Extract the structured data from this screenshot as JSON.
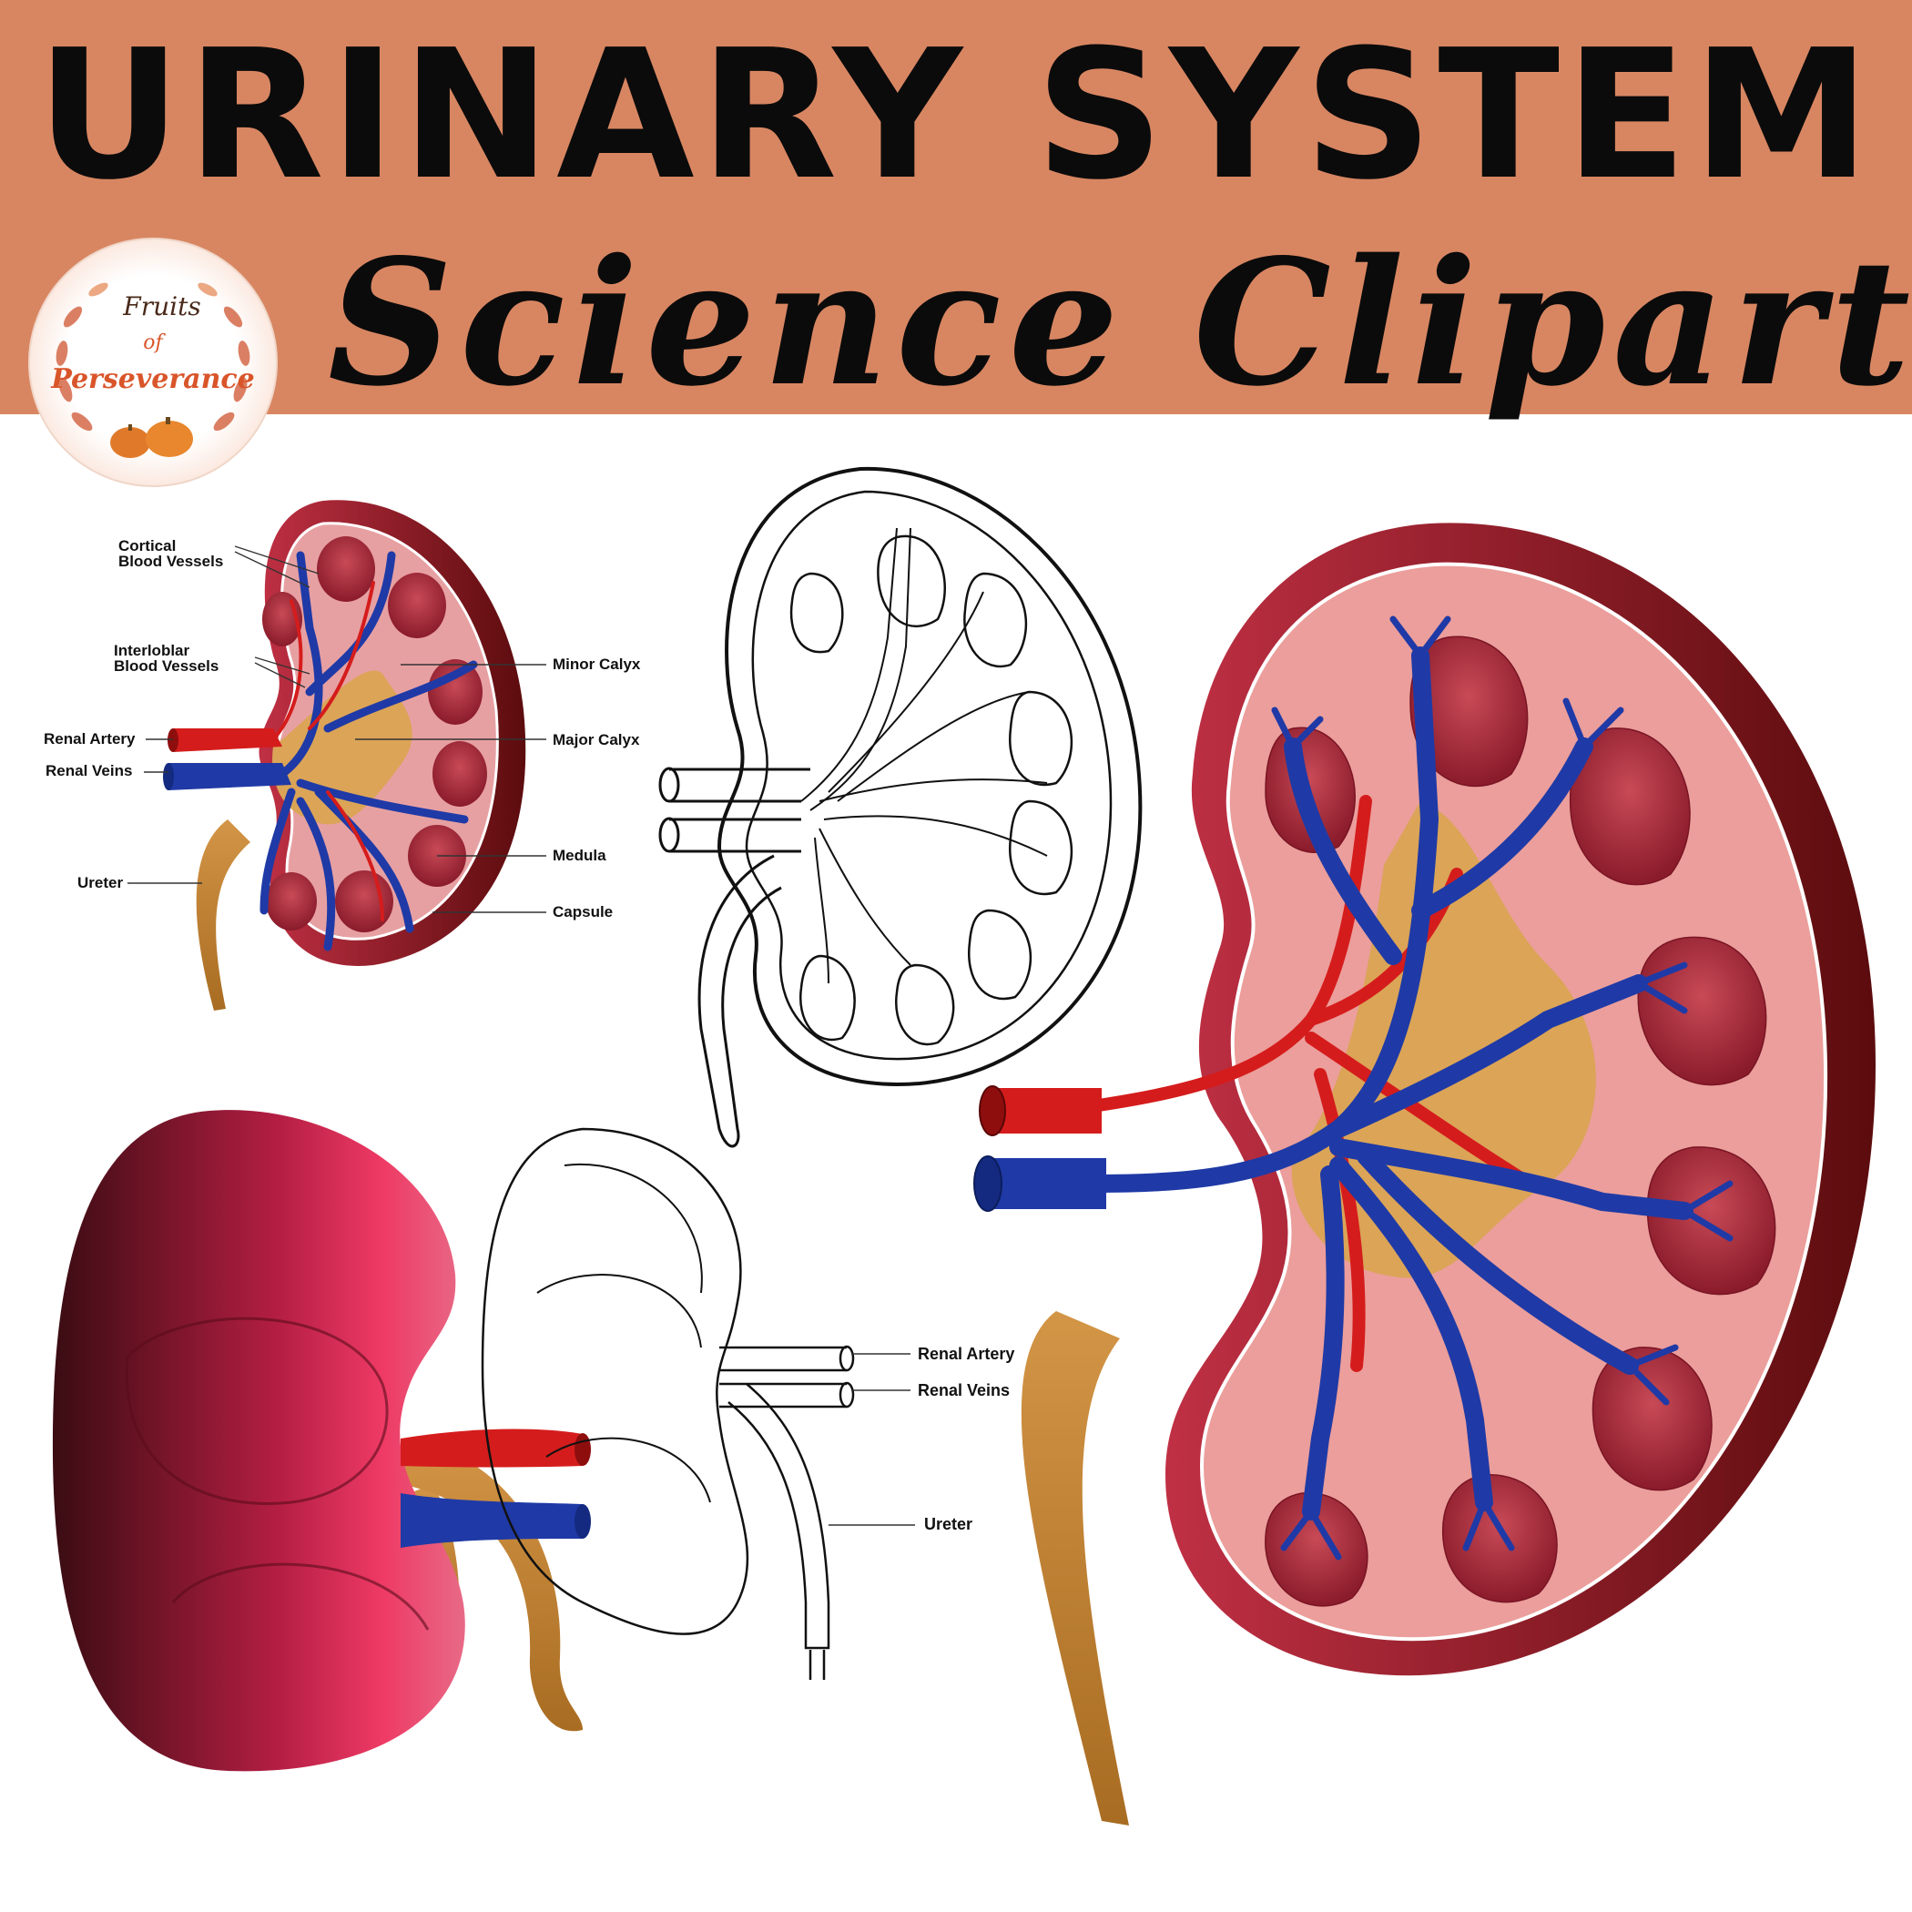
{
  "banner": {
    "title": "URINARY SYSTEM",
    "subtitle": "Science Clipart",
    "colors": {
      "banner": "#d88662",
      "text": "#0b0b0b"
    }
  },
  "logo": {
    "line1": "Fruits",
    "line2": "of",
    "line3": "Perseverance"
  },
  "small_diagram_labels": {
    "cortical": [
      "Cortical",
      "Blood Vessels"
    ],
    "interlobar": [
      "Interloblar",
      "Blood Vessels"
    ],
    "renal_artery": "Renal Artery",
    "renal_veins": "Renal Veins",
    "ureter": "Ureter",
    "minor_calyx": "Minor Calyx",
    "major_calyx": "Major Calyx",
    "medula": "Medula",
    "capsule": "Capsule"
  },
  "outline_labels": {
    "renal_artery": "Renal Artery",
    "renal_veins": "Renal Veins",
    "ureter": "Ureter"
  },
  "colors": {
    "cortex": "#8e1f2e",
    "capsule_dark": "#6b0e12",
    "medulla_bg": "#e99a97",
    "pyramid": "#9e2a3a",
    "artery": "#d51c1c",
    "vein": "#1f3aa6",
    "pelvis": "#dba457",
    "ureter": "#b77d2a",
    "external": "#c8284e"
  }
}
